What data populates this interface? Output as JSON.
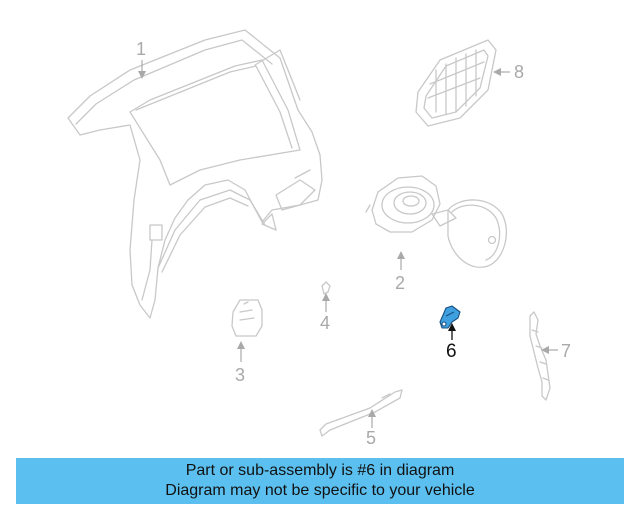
{
  "callouts": {
    "c1": "1",
    "c2": "2",
    "c3": "3",
    "c4": "4",
    "c5": "5",
    "c6": "6",
    "c7": "7",
    "c8": "8"
  },
  "banner": {
    "line1": "Part or sub-assembly is #6 in diagram",
    "line2": "Diagram may not be specific to your vehicle"
  },
  "colors": {
    "line_art": "#c8c8c8",
    "highlight_part": "#3fa0e0",
    "banner_bg": "#5bc0f0"
  }
}
